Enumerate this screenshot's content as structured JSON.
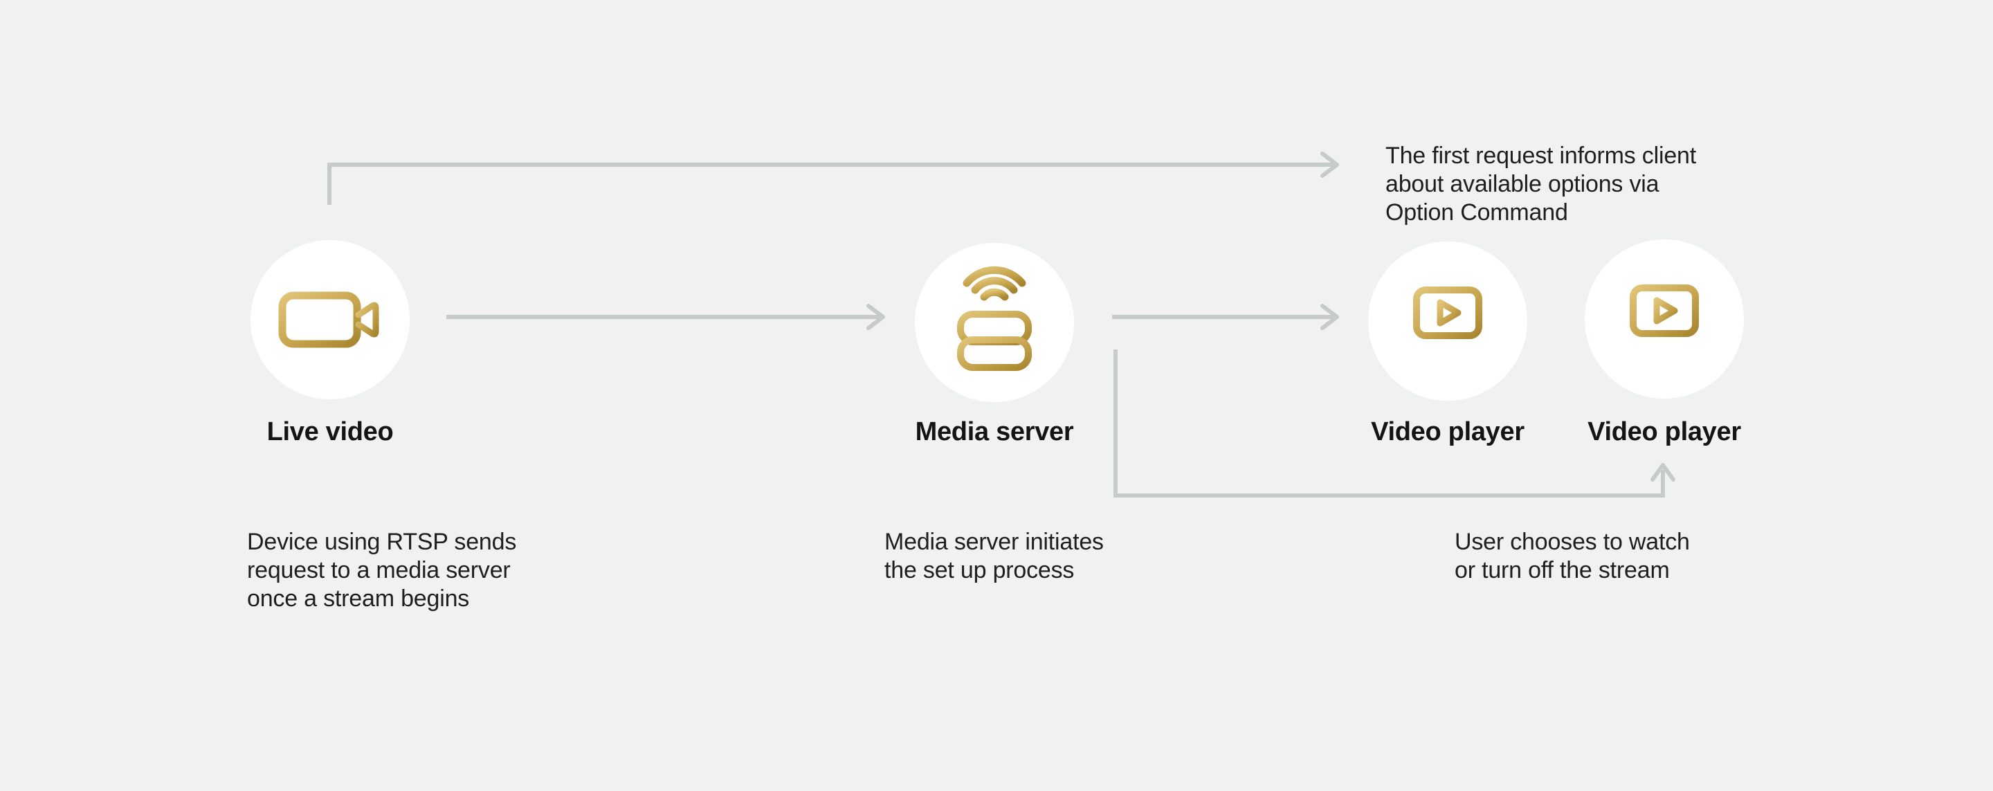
{
  "theme": {
    "bg": "#f0f2f1",
    "circle-bg": "#ffffff",
    "arrow-line": "#c5cbca",
    "label-ink": "#141414",
    "text-ink": "#1e1e1e",
    "gold-light": "#e0c478",
    "gold-mid": "#c7a44e",
    "gold-dark": "#a8862f"
  },
  "nodes": [
    {
      "id": "live-video",
      "label": "Live video",
      "icon": "video-camera-icon"
    },
    {
      "id": "media-server",
      "label": "Media server",
      "icon": "media-server-icon"
    },
    {
      "id": "video-player-1",
      "label": "Video player",
      "icon": "video-player-icon"
    },
    {
      "id": "video-player-2",
      "label": "Video player",
      "icon": "video-player-icon"
    }
  ],
  "annotations": {
    "first_request": "The first request informs client\nabout available options via\nOption Command",
    "device_request": "Device using RTSP sends\nrequest to a media server\nonce a stream begins",
    "server_setup": "Media server initiates\nthe set up process",
    "user_choice": "User chooses to watch\nor turn off the stream"
  }
}
